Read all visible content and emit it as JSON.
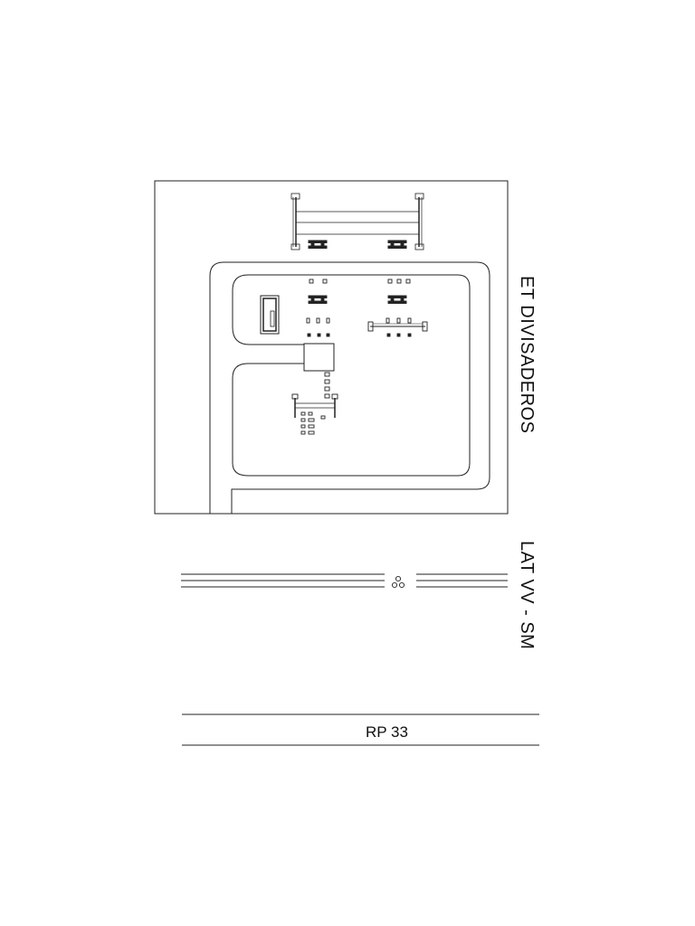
{
  "drawing": {
    "station_label": "ET DIVISADEROS",
    "line_label": "LAT VV - SM",
    "road_label": "RP 33"
  }
}
